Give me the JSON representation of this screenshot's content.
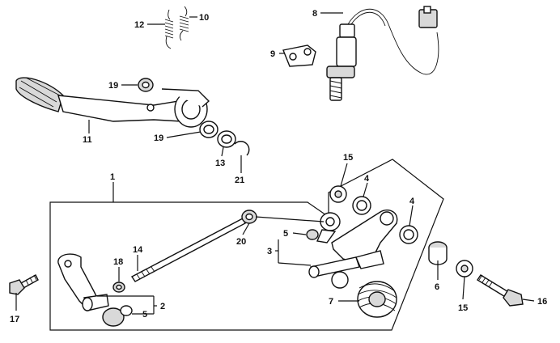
{
  "callouts": {
    "c1": "1",
    "c2": "2",
    "c3": "3",
    "c4a": "4",
    "c4b": "4",
    "c5a": "5",
    "c5b": "5",
    "c6": "6",
    "c7": "7",
    "c8": "8",
    "c9": "9",
    "c10": "10",
    "c11": "11",
    "c12": "12",
    "c13": "13",
    "c14": "14",
    "c15a": "15",
    "c15b": "15",
    "c16": "16",
    "c17": "17",
    "c18": "18",
    "c19a": "19",
    "c19b": "19",
    "c20": "20",
    "c21": "21"
  }
}
